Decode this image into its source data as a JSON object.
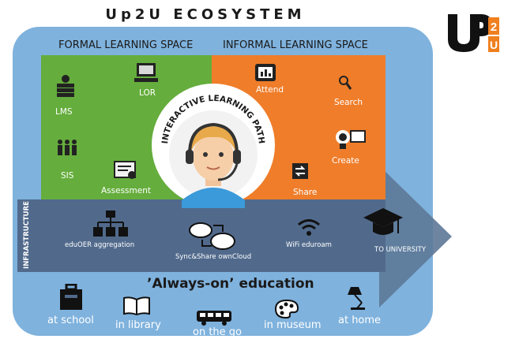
{
  "title": "Up2U ECOSYSTEM",
  "logo": {
    "letters": "UP",
    "sup": "2",
    "sub": "U",
    "colors": {
      "main": "#111111",
      "accent": "#f07f1e"
    }
  },
  "spaces": {
    "formal": {
      "label": "FORMAL LEARNING SPACE",
      "color": "#65ad3c",
      "items": {
        "lms": "LMS",
        "lor": "LOR",
        "sis": "SIS",
        "assessment": "Assessment"
      }
    },
    "informal": {
      "label": "INFORMAL LEARNING SPACE",
      "color": "#ef7d2a",
      "items": {
        "attend": "Attend",
        "search": "Search",
        "create": "Create",
        "share": "Share"
      }
    }
  },
  "center": {
    "label": "INTERACTIVE LEARNING PATH"
  },
  "infrastructure": {
    "label": "INFRASTRUCTURE",
    "items": {
      "eduoer": "eduOER aggregation",
      "sync": "Sync&Share ownCloud",
      "wifi": "WiFi eduroam",
      "uni": "TO UNIVERSITY"
    }
  },
  "always_on": {
    "label": "’Always-on’ education",
    "locations": {
      "school": "at school",
      "library": "in library",
      "go": "on the go",
      "museum": "in museum",
      "home": "at home"
    }
  },
  "colors": {
    "ecosystem": "#7fb2dd",
    "infra": "#516a8c"
  }
}
